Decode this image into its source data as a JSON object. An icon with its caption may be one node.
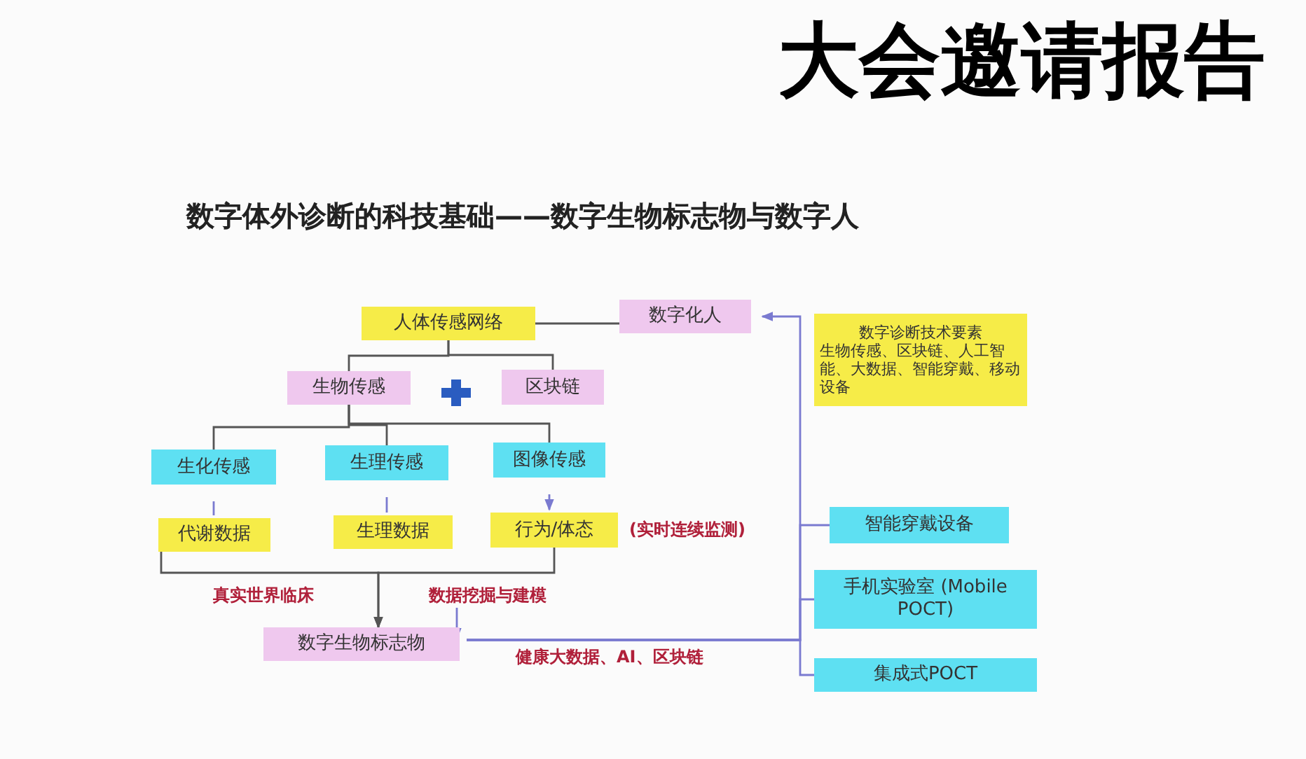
{
  "diagram": {
    "title": "数字体外诊断的科技基础——数字生物标志物与数字人",
    "nodes": [
      {
        "text": [
          "人体传感网络"
        ]
      },
      {
        "text": [
          "数字化人"
        ]
      },
      {
        "text": [
          "生物传感"
        ]
      },
      {
        "text": [
          "区块链"
        ]
      },
      {
        "text": [
          "生化传感"
        ]
      },
      {
        "text": [
          "生理传感"
        ]
      },
      {
        "text": [
          "图像传感"
        ]
      },
      {
        "text": [
          "代谢数据"
        ]
      },
      {
        "text": [
          "生理数据"
        ]
      },
      {
        "text": [
          "行为/体态"
        ],
        "beside": [
          "(实时连续监测)"
        ]
      },
      {
        "text": [
          "数字生物标志物"
        ]
      },
      {
        "text": [
          "数字诊断技术要素",
          "生物传感、区块链、人工智能、大数据、智能穿戴、移动设备"
        ]
      },
      {
        "text": [
          "智能穿戴设备"
        ]
      },
      {
        "text": [
          "手机实验室 (Mobile POCT)"
        ]
      },
      {
        "text": [
          "集成式POCT"
        ]
      },
      {
        "text": [
          "数据挖掘与建模"
        ]
      }
    ],
    "edges": [
      {
        "from": 0,
        "to": 1,
        "arrow": "none"
      },
      {
        "from": 0,
        "to": 2,
        "arrow": "none"
      },
      {
        "from": 0,
        "to": 3,
        "arrow": "none"
      },
      {
        "from": 2,
        "to": 4,
        "arrow": "none"
      },
      {
        "from": 2,
        "to": 5,
        "arrow": "none"
      },
      {
        "from": 2,
        "to": 6,
        "arrow": "none"
      },
      {
        "from": 4,
        "to": 7,
        "arrow": "none",
        "color": "#7a7ad0"
      },
      {
        "from": 5,
        "to": 8,
        "arrow": "none",
        "color": "#7a7ad0"
      },
      {
        "from": 6,
        "to": 9,
        "arrow": "to",
        "color": "#7a7ad0"
      },
      {
        "from": 7,
        "to": 10,
        "arrow": "to"
      },
      {
        "from": 9,
        "to": 10,
        "arrow": "to"
      },
      {
        "from": 10,
        "to": 1,
        "arrow": "to",
        "color": "#7a7ad0"
      },
      {
        "from": 10,
        "to": 12,
        "arrow": "none",
        "color": "#7a7ad0"
      },
      {
        "from": 10,
        "to": 13,
        "arrow": "none",
        "color": "#7a7ad0"
      },
      {
        "from": 10,
        "to": 14,
        "arrow": "none",
        "color": "#7a7ad0"
      },
      {
        "from": 15,
        "to": null,
        "arrow": "to",
        "color": "#7a7ad0"
      }
    ],
    "labels": [
      "大会邀请报告",
      "真实世界临床",
      "健康大数据、AI、区块链"
    ]
  }
}
